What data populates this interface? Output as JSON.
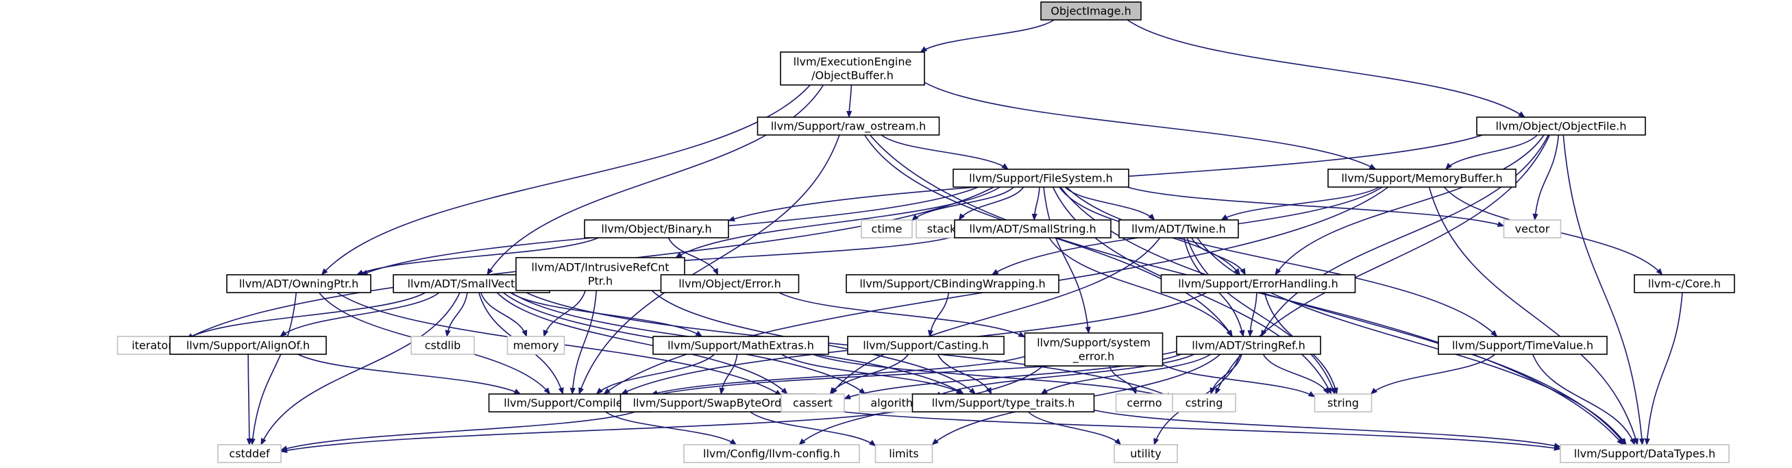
{
  "graph": {
    "nodes": [
      {
        "id": "root",
        "lines": [
          "ObjectImage.h"
        ],
        "kind": "root"
      },
      {
        "id": "objbuf",
        "lines": [
          "llvm/ExecutionEngine",
          "/ObjectBuffer.h"
        ],
        "kind": "header"
      },
      {
        "id": "objfile",
        "lines": [
          "llvm/Object/ObjectFile.h"
        ],
        "kind": "header"
      },
      {
        "id": "rawos",
        "lines": [
          "llvm/Support/raw_ostream.h"
        ],
        "kind": "header"
      },
      {
        "id": "membuf",
        "lines": [
          "llvm/Support/MemoryBuffer.h"
        ],
        "kind": "header"
      },
      {
        "id": "fs",
        "lines": [
          "llvm/Support/FileSystem.h"
        ],
        "kind": "header"
      },
      {
        "id": "binary",
        "lines": [
          "llvm/Object/Binary.h"
        ],
        "kind": "header"
      },
      {
        "id": "ctime",
        "lines": [
          "ctime"
        ],
        "kind": "system"
      },
      {
        "id": "stack",
        "lines": [
          "stack"
        ],
        "kind": "system"
      },
      {
        "id": "smallstr",
        "lines": [
          "llvm/ADT/SmallString.h"
        ],
        "kind": "header"
      },
      {
        "id": "twine",
        "lines": [
          "llvm/ADT/Twine.h"
        ],
        "kind": "header"
      },
      {
        "id": "vector",
        "lines": [
          "vector"
        ],
        "kind": "system"
      },
      {
        "id": "owning",
        "lines": [
          "llvm/ADT/OwningPtr.h"
        ],
        "kind": "header"
      },
      {
        "id": "smallvec",
        "lines": [
          "llvm/ADT/SmallVector.h"
        ],
        "kind": "header"
      },
      {
        "id": "intrusive",
        "lines": [
          "llvm/ADT/IntrusiveRefCnt",
          "Ptr.h"
        ],
        "kind": "header"
      },
      {
        "id": "objerr",
        "lines": [
          "llvm/Object/Error.h"
        ],
        "kind": "header"
      },
      {
        "id": "cbind",
        "lines": [
          "llvm/Support/CBindingWrapping.h"
        ],
        "kind": "header"
      },
      {
        "id": "errhand",
        "lines": [
          "llvm/Support/ErrorHandling.h"
        ],
        "kind": "header"
      },
      {
        "id": "core",
        "lines": [
          "llvm-c/Core.h"
        ],
        "kind": "header"
      },
      {
        "id": "iterator",
        "lines": [
          "iterator"
        ],
        "kind": "system"
      },
      {
        "id": "alignof",
        "lines": [
          "llvm/Support/AlignOf.h"
        ],
        "kind": "header"
      },
      {
        "id": "cstdlib",
        "lines": [
          "cstdlib"
        ],
        "kind": "system"
      },
      {
        "id": "memory",
        "lines": [
          "memory"
        ],
        "kind": "system"
      },
      {
        "id": "mathext",
        "lines": [
          "llvm/Support/MathExtras.h"
        ],
        "kind": "header"
      },
      {
        "id": "casting",
        "lines": [
          "llvm/Support/Casting.h"
        ],
        "kind": "header"
      },
      {
        "id": "syserr",
        "lines": [
          "llvm/Support/system",
          "_error.h"
        ],
        "kind": "header"
      },
      {
        "id": "stringref",
        "lines": [
          "llvm/ADT/StringRef.h"
        ],
        "kind": "header"
      },
      {
        "id": "timeval",
        "lines": [
          "llvm/Support/TimeValue.h"
        ],
        "kind": "header"
      },
      {
        "id": "compiler",
        "lines": [
          "llvm/Support/Compiler.h"
        ],
        "kind": "header"
      },
      {
        "id": "swapbyte",
        "lines": [
          "llvm/Support/SwapByteOrder.h"
        ],
        "kind": "header"
      },
      {
        "id": "cassert",
        "lines": [
          "cassert"
        ],
        "kind": "system"
      },
      {
        "id": "algorithm",
        "lines": [
          "algorithm"
        ],
        "kind": "system"
      },
      {
        "id": "typetraits",
        "lines": [
          "llvm/Support/type_traits.h"
        ],
        "kind": "header"
      },
      {
        "id": "cerrno",
        "lines": [
          "cerrno"
        ],
        "kind": "system"
      },
      {
        "id": "cstring",
        "lines": [
          "cstring"
        ],
        "kind": "system"
      },
      {
        "id": "string",
        "lines": [
          "string"
        ],
        "kind": "system"
      },
      {
        "id": "cstddef",
        "lines": [
          "cstddef"
        ],
        "kind": "system"
      },
      {
        "id": "llvmconfig",
        "lines": [
          "llvm/Config/llvm-config.h"
        ],
        "kind": "system"
      },
      {
        "id": "limits",
        "lines": [
          "limits"
        ],
        "kind": "system"
      },
      {
        "id": "utility",
        "lines": [
          "utility"
        ],
        "kind": "system"
      },
      {
        "id": "datatypes",
        "lines": [
          "llvm/Support/DataTypes.h"
        ],
        "kind": "system"
      }
    ],
    "edges": [
      [
        "root",
        "objbuf"
      ],
      [
        "root",
        "objfile"
      ],
      [
        "objbuf",
        "rawos"
      ],
      [
        "objbuf",
        "membuf"
      ],
      [
        "objbuf",
        "owning"
      ],
      [
        "objbuf",
        "smallvec"
      ],
      [
        "objfile",
        "binary"
      ],
      [
        "objfile",
        "membuf"
      ],
      [
        "objfile",
        "vector"
      ],
      [
        "objfile",
        "errhand"
      ],
      [
        "objfile",
        "stringref"
      ],
      [
        "objfile",
        "cstring"
      ],
      [
        "objfile",
        "datatypes"
      ],
      [
        "rawos",
        "fs"
      ],
      [
        "rawos",
        "compiler"
      ],
      [
        "rawos",
        "stringref"
      ],
      [
        "rawos",
        "datatypes"
      ],
      [
        "membuf",
        "twine"
      ],
      [
        "membuf",
        "cbind"
      ],
      [
        "membuf",
        "compiler"
      ],
      [
        "membuf",
        "core"
      ],
      [
        "membuf",
        "datatypes"
      ],
      [
        "fs",
        "owning"
      ],
      [
        "fs",
        "iterator"
      ],
      [
        "fs",
        "intrusive"
      ],
      [
        "fs",
        "ctime"
      ],
      [
        "fs",
        "stack"
      ],
      [
        "fs",
        "smallstr"
      ],
      [
        "fs",
        "twine"
      ],
      [
        "fs",
        "vector"
      ],
      [
        "fs",
        "errhand"
      ],
      [
        "fs",
        "syserr"
      ],
      [
        "fs",
        "timeval"
      ],
      [
        "fs",
        "string"
      ],
      [
        "fs",
        "datatypes"
      ],
      [
        "binary",
        "owning"
      ],
      [
        "binary",
        "objerr"
      ],
      [
        "smallstr",
        "smallvec"
      ],
      [
        "smallstr",
        "stringref"
      ],
      [
        "twine",
        "errhand"
      ],
      [
        "twine",
        "stringref"
      ],
      [
        "twine",
        "cassert"
      ],
      [
        "twine",
        "string"
      ],
      [
        "twine",
        "datatypes"
      ],
      [
        "owning",
        "compiler"
      ],
      [
        "owning",
        "cassert"
      ],
      [
        "owning",
        "cstddef"
      ],
      [
        "smallvec",
        "iterator"
      ],
      [
        "smallvec",
        "alignof"
      ],
      [
        "smallvec",
        "cstdlib"
      ],
      [
        "smallvec",
        "memory"
      ],
      [
        "smallvec",
        "mathext"
      ],
      [
        "smallvec",
        "compiler"
      ],
      [
        "smallvec",
        "cassert"
      ],
      [
        "smallvec",
        "algorithm"
      ],
      [
        "smallvec",
        "typetraits"
      ],
      [
        "smallvec",
        "cstring"
      ],
      [
        "smallvec",
        "cstddef"
      ],
      [
        "intrusive",
        "memory"
      ],
      [
        "intrusive",
        "compiler"
      ],
      [
        "intrusive",
        "typetraits"
      ],
      [
        "objerr",
        "syserr"
      ],
      [
        "cbind",
        "casting"
      ],
      [
        "errhand",
        "stringref"
      ],
      [
        "errhand",
        "compiler"
      ],
      [
        "errhand",
        "string"
      ],
      [
        "core",
        "datatypes"
      ],
      [
        "alignof",
        "compiler"
      ],
      [
        "alignof",
        "cstddef"
      ],
      [
        "mathext",
        "compiler"
      ],
      [
        "mathext",
        "swapbyte"
      ],
      [
        "mathext",
        "typetraits"
      ],
      [
        "mathext",
        "cstring"
      ],
      [
        "casting",
        "typetraits"
      ],
      [
        "casting",
        "cassert"
      ],
      [
        "syserr",
        "compiler"
      ],
      [
        "syserr",
        "llvmconfig"
      ],
      [
        "syserr",
        "cerrno"
      ],
      [
        "syserr",
        "string"
      ],
      [
        "stringref",
        "compiler"
      ],
      [
        "stringref",
        "typetraits"
      ],
      [
        "stringref",
        "algorithm"
      ],
      [
        "stringref",
        "cassert"
      ],
      [
        "stringref",
        "cstring"
      ],
      [
        "stringref",
        "limits"
      ],
      [
        "stringref",
        "string"
      ],
      [
        "stringref",
        "utility"
      ],
      [
        "timeval",
        "datatypes"
      ],
      [
        "timeval",
        "string"
      ],
      [
        "compiler",
        "llvmconfig"
      ],
      [
        "swapbyte",
        "cstddef"
      ],
      [
        "swapbyte",
        "limits"
      ],
      [
        "swapbyte",
        "datatypes"
      ],
      [
        "typetraits",
        "cstddef"
      ],
      [
        "typetraits",
        "utility"
      ],
      [
        "typetraits",
        "datatypes"
      ]
    ],
    "colors": {
      "edge": "#191970",
      "header_border": "#000000",
      "system_border": "#bfbfbf",
      "system_text": "#000000",
      "root_fill": "#bfbfbf"
    }
  }
}
